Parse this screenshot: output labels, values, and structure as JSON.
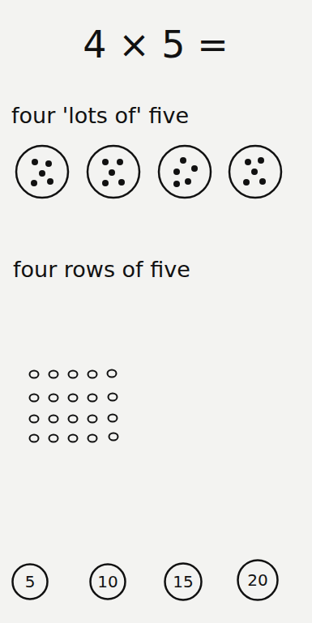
{
  "diagram": {
    "title": "4 × 5 =",
    "nodes": [
      {
        "text": [
          "5"
        ]
      },
      {
        "text": [
          "10"
        ]
      },
      {
        "text": [
          "15"
        ]
      },
      {
        "text": [
          "20"
        ]
      }
    ],
    "labels": [
      "four 'lots of' five",
      "four rows of five"
    ]
  }
}
